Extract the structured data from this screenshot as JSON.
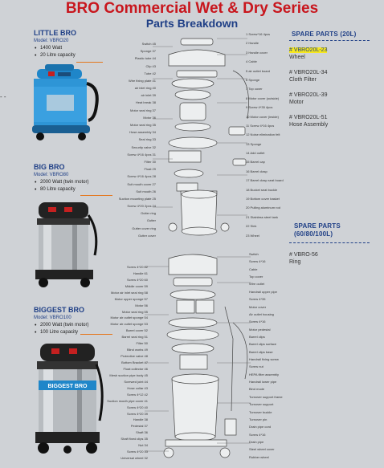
{
  "header": {
    "title": "BRO Commercial Wet & Dry Series",
    "subtitle": "Parts Breakdown"
  },
  "products": [
    {
      "name": "LITTLE BRO",
      "model": "Model: VBRO20",
      "specs": [
        "1400 Watt",
        "20 Litre capacity"
      ]
    },
    {
      "name": "BIG BRO",
      "model": "Model: VBRO80",
      "specs": [
        "2000 Watt (twin motor)",
        "80 Litre capacity"
      ]
    },
    {
      "name": "BIGGEST BRO",
      "model": "Model: VBRO100",
      "specs": [
        "2000 Watt (twin motor)",
        "100 Litre capacity"
      ]
    }
  ],
  "machine_badge": "BIGGEST BRO",
  "spare_parts_20": {
    "heading": "SPARE PARTS (20L)",
    "items": [
      {
        "code": "# VBRO20L-23",
        "desc": "Wheel"
      },
      {
        "code": "# VBRO20L-34",
        "desc": "Cloth Filter"
      },
      {
        "code": "# VBRO20L-39",
        "desc": "Motor"
      },
      {
        "code": "# VBRO20L-51",
        "desc": "Hose Assembly"
      }
    ]
  },
  "spare_parts_large": {
    "heading": "SPARE PARTS (60/80/100L)",
    "items": [
      {
        "code": "# VBRO-56",
        "desc": "Ring"
      }
    ]
  },
  "diagram_top": {
    "right_labels": [
      "Screw*16 4pcs",
      "Handle",
      "Handle cover",
      "Cable",
      "air outlet board",
      "Sponge",
      "Top cover",
      "Motor cover (outside)",
      "Screw 4*35 4pcs",
      "Motor cover (inside)",
      "Screw 4*16 4pcs",
      "Noise elimination felt",
      "Sponge",
      "Add outlet",
      "Barrel cap",
      "Barrel clasp",
      "Barrel clasp seat board",
      "Bucket seat buckle",
      "Bottom cover basket",
      "Pulling aluminum rod",
      "Stainless steel tank",
      "Sink",
      "Wheel"
    ],
    "right_nums": [
      "1",
      "2",
      "3",
      "4",
      "5",
      "6",
      "7",
      "8",
      "9",
      "10",
      "11",
      "12",
      "13",
      "14",
      "15",
      "16",
      "17",
      "18",
      "19",
      "20",
      "21",
      "22",
      "23"
    ],
    "left_labels": [
      "Switch",
      "Sponge",
      "Plastic tube",
      "Clip",
      "Tube",
      "Wire fixing plate",
      "air inlet ring",
      "air inlet",
      "Heat break",
      "Motor seal ring",
      "Motor",
      "Motor seal ring",
      "Hose assembly",
      "Seal ring",
      "Security valve",
      "Screw 4*16 4pcs",
      "Filter",
      "Float",
      "Screw 4*16 4pcs",
      "Suit mouth cover",
      "Suit mouth",
      "Suction mounting plate",
      "Screw 4*20 2pcs",
      "Gutter ring",
      "Gutter",
      "Gutter cover ring",
      "Gutter cover"
    ],
    "left_nums": [
      "45",
      "37",
      "44",
      "43",
      "42",
      "41",
      "40",
      "39",
      "38",
      "37",
      "36",
      "35",
      "34",
      "33",
      "32",
      "31",
      "30",
      "29",
      "28",
      "27",
      "26",
      "25",
      "24"
    ]
  },
  "diagram_bottom": {
    "right_labels": [
      "Switch",
      "Screw 4*16",
      "Cable",
      "Top cover",
      "Wire outlet",
      "Handrail upper pipe",
      "Screw 4*35",
      "Motor cover",
      "Air outlet housing",
      "Screw 4*16",
      "Motor pedestal",
      "Barrel clips",
      "Barrel clips surface",
      "Barrel clips base",
      "Handrail fixing screw",
      "Screw nut",
      "HEPA filter assembly",
      "Handrail lower pipe",
      "Bind mode",
      "Turnover support frame",
      "Turnover support",
      "Turnover buckle",
      "Turnover pin",
      "Drain pipe cord",
      "Screw 4*16",
      "Drain pipe",
      "Steel wheel cover",
      "Rubber wheel"
    ],
    "left_labels": [
      "Screw 4*20",
      "Handle",
      "Screw 4*20",
      "Middle cover",
      "Motor air inlet seal ring",
      "Motor upper sponge",
      "Motor",
      "Motor seal ring",
      "Motor air outlet sponge",
      "Motor air outlet sponge",
      "Barrel cover",
      "Barrel seal ring",
      "Filter",
      "Blind works",
      "Protective valve",
      "Bottom Bracket",
      "Float collector",
      "Mesh suction pipe body",
      "Screwed joint",
      "Hose collar",
      "Screw 4*12",
      "Suction mouth pipe cover",
      "Screw 4*20",
      "Screw 4*20",
      "Handle",
      "Pedestal",
      "Shaft",
      "Shaft fixed clips",
      "Nut",
      "Screw 4*20",
      "Universal wheel"
    ],
    "left_nums": [
      "62",
      "61",
      "60",
      "59",
      "58",
      "57",
      "56",
      "55",
      "54",
      "53",
      "52",
      "51",
      "50",
      "49",
      "48",
      "47",
      "46",
      "45",
      "44",
      "43",
      "42",
      "41",
      "40",
      "39",
      "38",
      "37",
      "36",
      "35",
      "34",
      "33",
      "32"
    ]
  }
}
